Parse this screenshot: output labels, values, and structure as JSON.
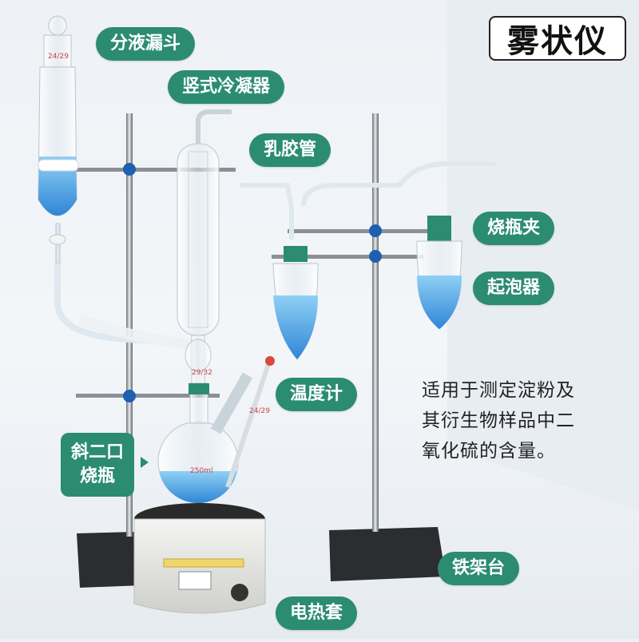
{
  "title": "雾状仪",
  "labels": {
    "separatory_funnel": "分液漏斗",
    "condenser": "竖式冷凝器",
    "latex_tube": "乳胶管",
    "flask_clamp": "烧瓶夹",
    "bubbler": "起泡器",
    "thermometer": "温度计",
    "two_neck_flask_line1": "斜二口",
    "two_neck_flask_line2": "烧瓶",
    "iron_stand": "铁架台",
    "heating_mantle": "电热套"
  },
  "description": [
    "适用于测定淀粉及",
    "其衍生物样品中二",
    "氧化硫的含量。"
  ],
  "glass_marks": {
    "funnel_joint": "24/29",
    "condenser_joint": "29/32",
    "flask_joint": "24/29",
    "flask_volume": "250ml"
  },
  "colors": {
    "accent": "#2b8c72",
    "liquid": "#4fa3e0",
    "clamp_knob": "#1f5fb0"
  }
}
